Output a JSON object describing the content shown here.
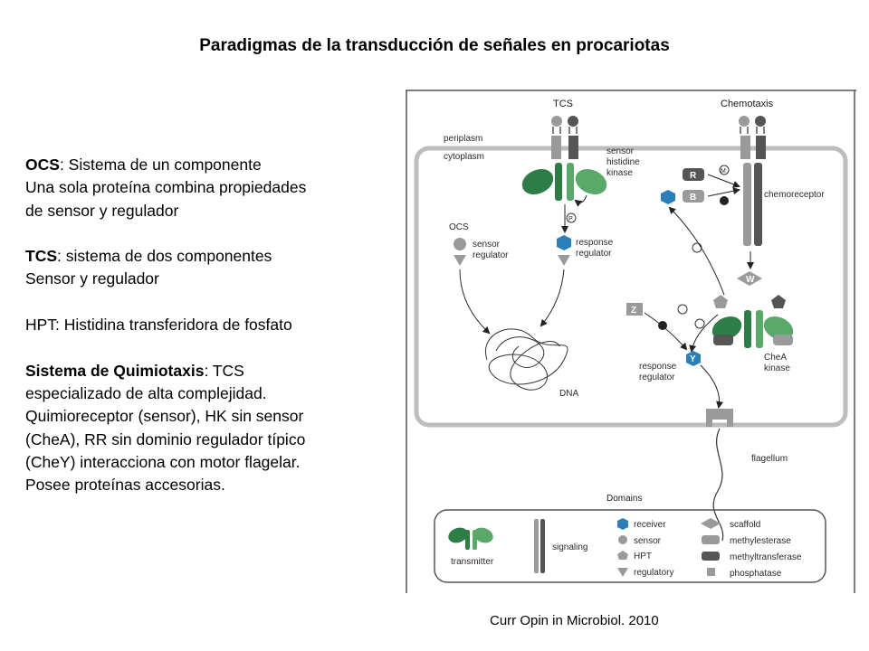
{
  "title": "Paradigmas de la transducción de señales en procariotas",
  "text": {
    "ocs_term": "OCS",
    "ocs_line1_rest": ": Sistema de un componente",
    "ocs_line2": "Una sola proteína combina propiedades",
    "ocs_line3": "de sensor y regulador",
    "tcs_term": "TCS",
    "tcs_line1_rest": ": sistema de dos componentes",
    "tcs_line2": "Sensor y regulador",
    "hpt_line": "HPT: Histidina transferidora de fosfato",
    "chemo_term": "Sistema de Quimiotaxis",
    "chemo_line1_rest": ": TCS",
    "chemo_line2": "especializado de alta complejidad.",
    "chemo_line3": "Quimioreceptor (sensor), HK sin sensor",
    "chemo_line4": "(CheA), RR sin dominio regulador típico",
    "chemo_line5": "(CheY) interacciona con motor flagelar.",
    "chemo_line6": "Posee proteínas accesorias."
  },
  "figure": {
    "tcs_label": "TCS",
    "chemotaxis_label": "Chemotaxis",
    "periplasm": "periplasm",
    "cytoplasm": "cytoplasm",
    "sensor_hk_line1": "sensor",
    "sensor_hk_line2": "histidine",
    "sensor_hk_line3": "kinase",
    "ocs_label": "OCS",
    "sensor_reg_line1": "sensor",
    "sensor_reg_line2": "regulator",
    "response_reg_line1": "response",
    "response_reg_line2": "regulator",
    "dna": "DNA",
    "r_letter": "R",
    "b_letter": "B",
    "m_letter": "M",
    "chemoreceptor": "chemoreceptor",
    "w_letter": "W",
    "z_letter": "Z",
    "p_letter": "P",
    "y_letter": "Y",
    "chea_line1": "CheA",
    "chea_line2": "kinase",
    "response_reg2_line1": "response",
    "response_reg2_line2": "regulator",
    "flagellum": "flagellum",
    "domains_title": "Domains",
    "legend": {
      "transmitter": "transmitter",
      "signaling": "signaling",
      "receiver": "receiver",
      "sensor": "sensor",
      "hpt": "HPT",
      "regulatory": "regulatory",
      "scaffold": "scaffold",
      "methylesterase": "methylesterase",
      "methyltransferase": "methyltransferase",
      "phosphatase": "phosphatase"
    },
    "colors": {
      "green_dark": "#2e7d46",
      "green_light": "#5aa86a",
      "blue": "#2b7fb8",
      "gray": "#9a9a9a",
      "dark_gray": "#555555"
    }
  },
  "citation": "Curr Opin in Microbiol. 2010"
}
